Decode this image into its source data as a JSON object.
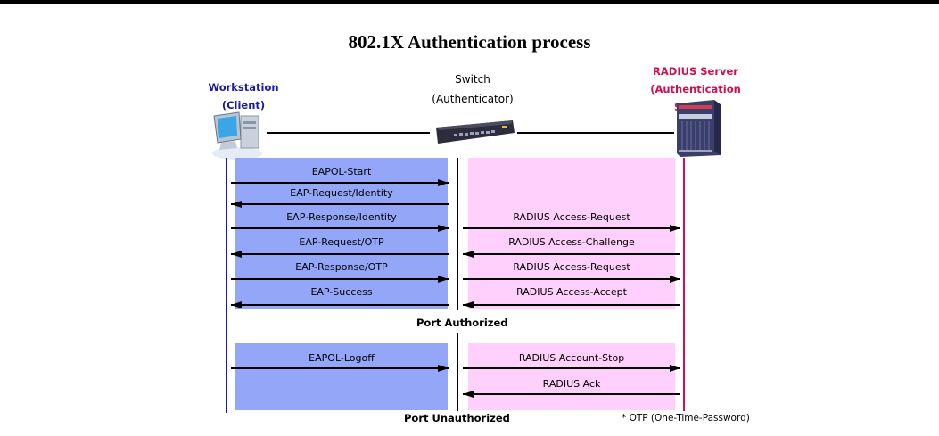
{
  "title": "802.1X Authentication process",
  "entities": {
    "workstation": {
      "name": "Workstation",
      "role": "(Client)",
      "color": "#1a1aa6"
    },
    "switch": {
      "name": "Switch",
      "role": "(Authenticator)",
      "color": "#000000"
    },
    "radius": {
      "name": "RADIUS Server",
      "role": "(Authentication Server)",
      "color": "#d01050"
    }
  },
  "colors": {
    "client_zone": "#93a6f7",
    "server_zone": "#ffd0fb",
    "client_line": "#1a1aa6",
    "server_line": "#d01050"
  },
  "client_messages": [
    {
      "label": "EAPOL-Start",
      "direction": "to-switch"
    },
    {
      "label": "EAP-Request/Identity",
      "direction": "to-client"
    },
    {
      "label": "EAP-Response/Identity",
      "direction": "to-switch"
    },
    {
      "label": "EAP-Request/OTP",
      "direction": "to-client"
    },
    {
      "label": "EAP-Response/OTP",
      "direction": "to-switch"
    },
    {
      "label": "EAP-Success",
      "direction": "to-client"
    }
  ],
  "server_messages": [
    {
      "label": "RADIUS Access-Request",
      "direction": "to-server"
    },
    {
      "label": "RADIUS Access-Challenge",
      "direction": "to-switch"
    },
    {
      "label": "RADIUS Access-Request",
      "direction": "to-server"
    },
    {
      "label": "RADIUS Access-Accept",
      "direction": "to-switch"
    }
  ],
  "port_authorized": "Port Authorized",
  "logoff_client_messages": [
    {
      "label": "EAPOL-Logoff",
      "direction": "to-switch"
    }
  ],
  "logoff_server_messages": [
    {
      "label": "RADIUS Account-Stop",
      "direction": "to-server"
    },
    {
      "label": "RADIUS Ack",
      "direction": "to-switch"
    }
  ],
  "port_unauthorized": "Port Unauthorized",
  "footnote": "* OTP (One-Time-Password)"
}
